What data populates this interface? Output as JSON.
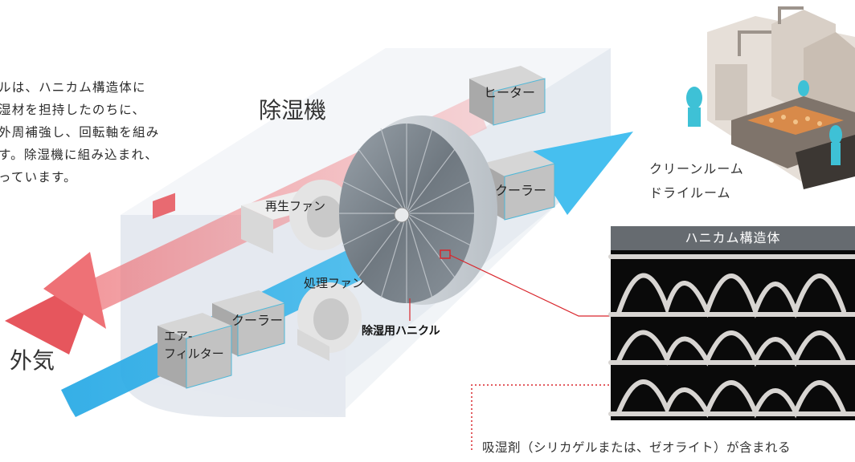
{
  "description": {
    "lines": [
      "ルは、ハニカム構造体に",
      "湿材を担持したのちに、",
      "外周補強し、回転軸を組み",
      "す。除湿機に組み込まれ、",
      "っています。"
    ]
  },
  "labels": {
    "dehumidifier": "除湿機",
    "outside_air": "外気",
    "heater": "ヒーター",
    "cooler_top": "クーラー",
    "regen_fan": "再生ファン",
    "process_fan": "処理ファン",
    "cooler_bottom": "クーラー",
    "air_filter_line1": "エア-",
    "air_filter_line2": "フィルター",
    "wheel": "除湿用ハニクル"
  },
  "rooms": {
    "line1": "クリーンルーム",
    "line2": "ドライルーム"
  },
  "honeycomb": {
    "title": "ハニカム構造体"
  },
  "note": {
    "text": "吸湿剤（シリカゲルまたは、ゼオライト）が含まれる"
  },
  "colors": {
    "hot_air": "#f08a8e",
    "cool_air": "#35b6ea",
    "housing": "#e8edf3",
    "leader_line": "#d9262c"
  }
}
